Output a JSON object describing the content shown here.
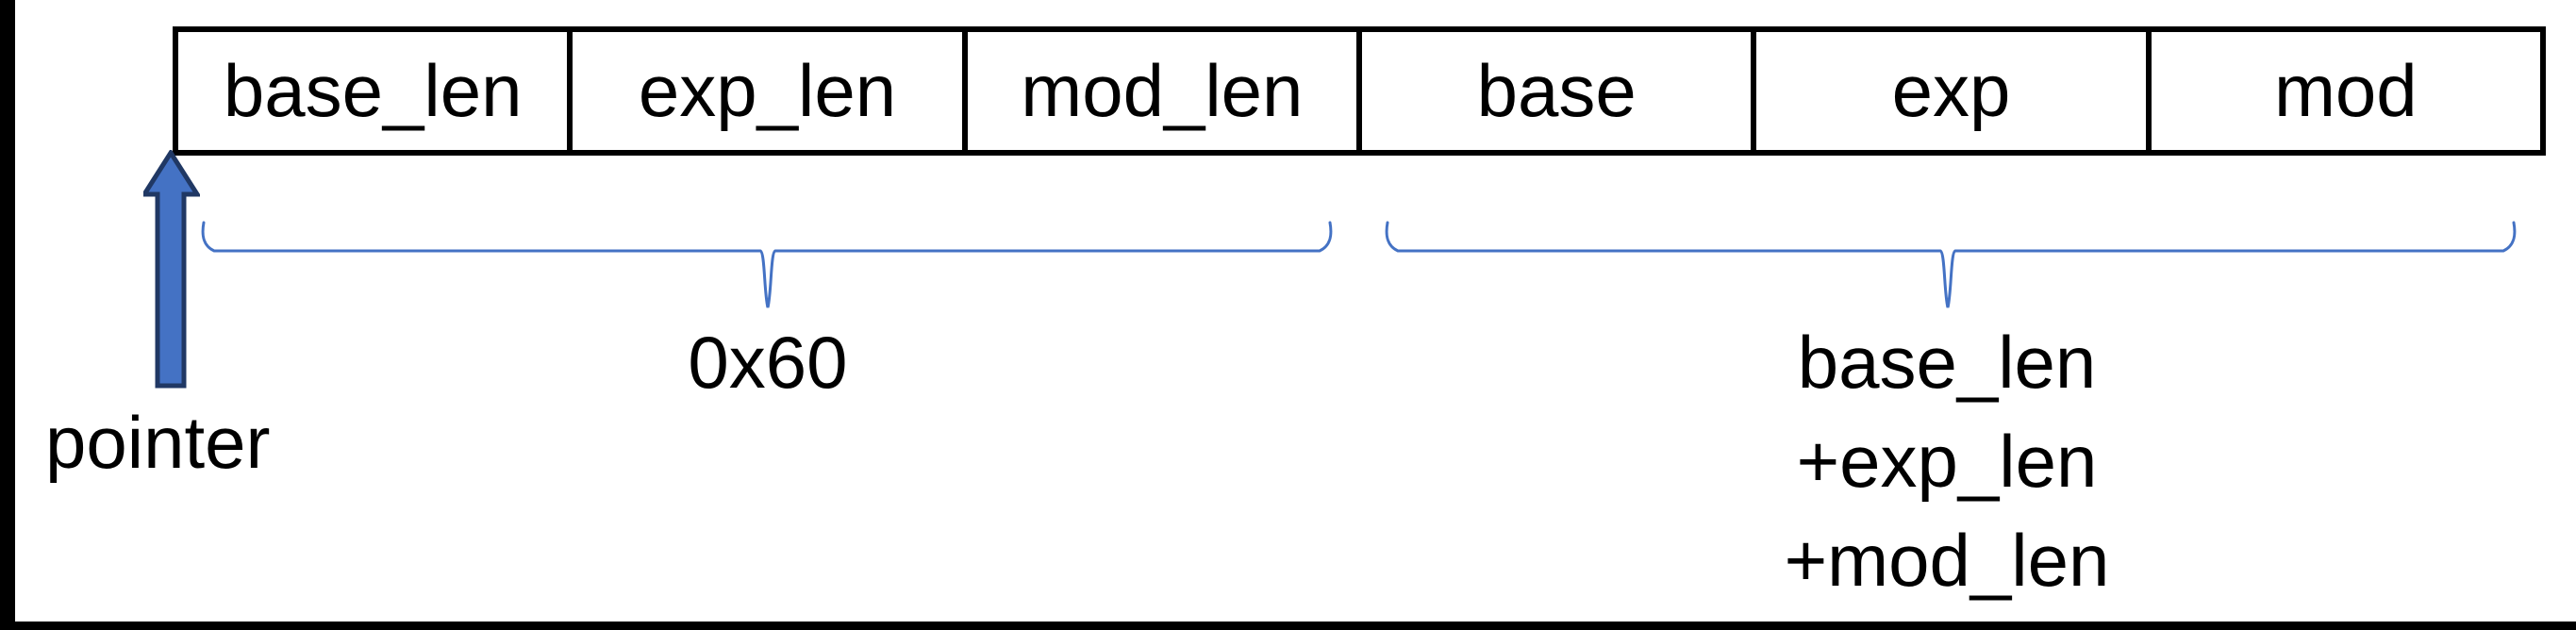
{
  "memory_layout": {
    "cells": [
      "base_len",
      "exp_len",
      "mod_len",
      "base",
      "exp",
      "mod"
    ],
    "pointer_label": "pointer",
    "header_span_label": "0x60",
    "data_span_label_lines": [
      "base_len",
      "+exp_len",
      "+mod_len"
    ]
  },
  "colors": {
    "background": "#ffffff",
    "frame_bars": "#000000",
    "table_border": "#000000",
    "text": "#000000",
    "arrow_fill": "#4472c4",
    "arrow_outline": "#203864",
    "brace_stroke": "#4472c4"
  }
}
